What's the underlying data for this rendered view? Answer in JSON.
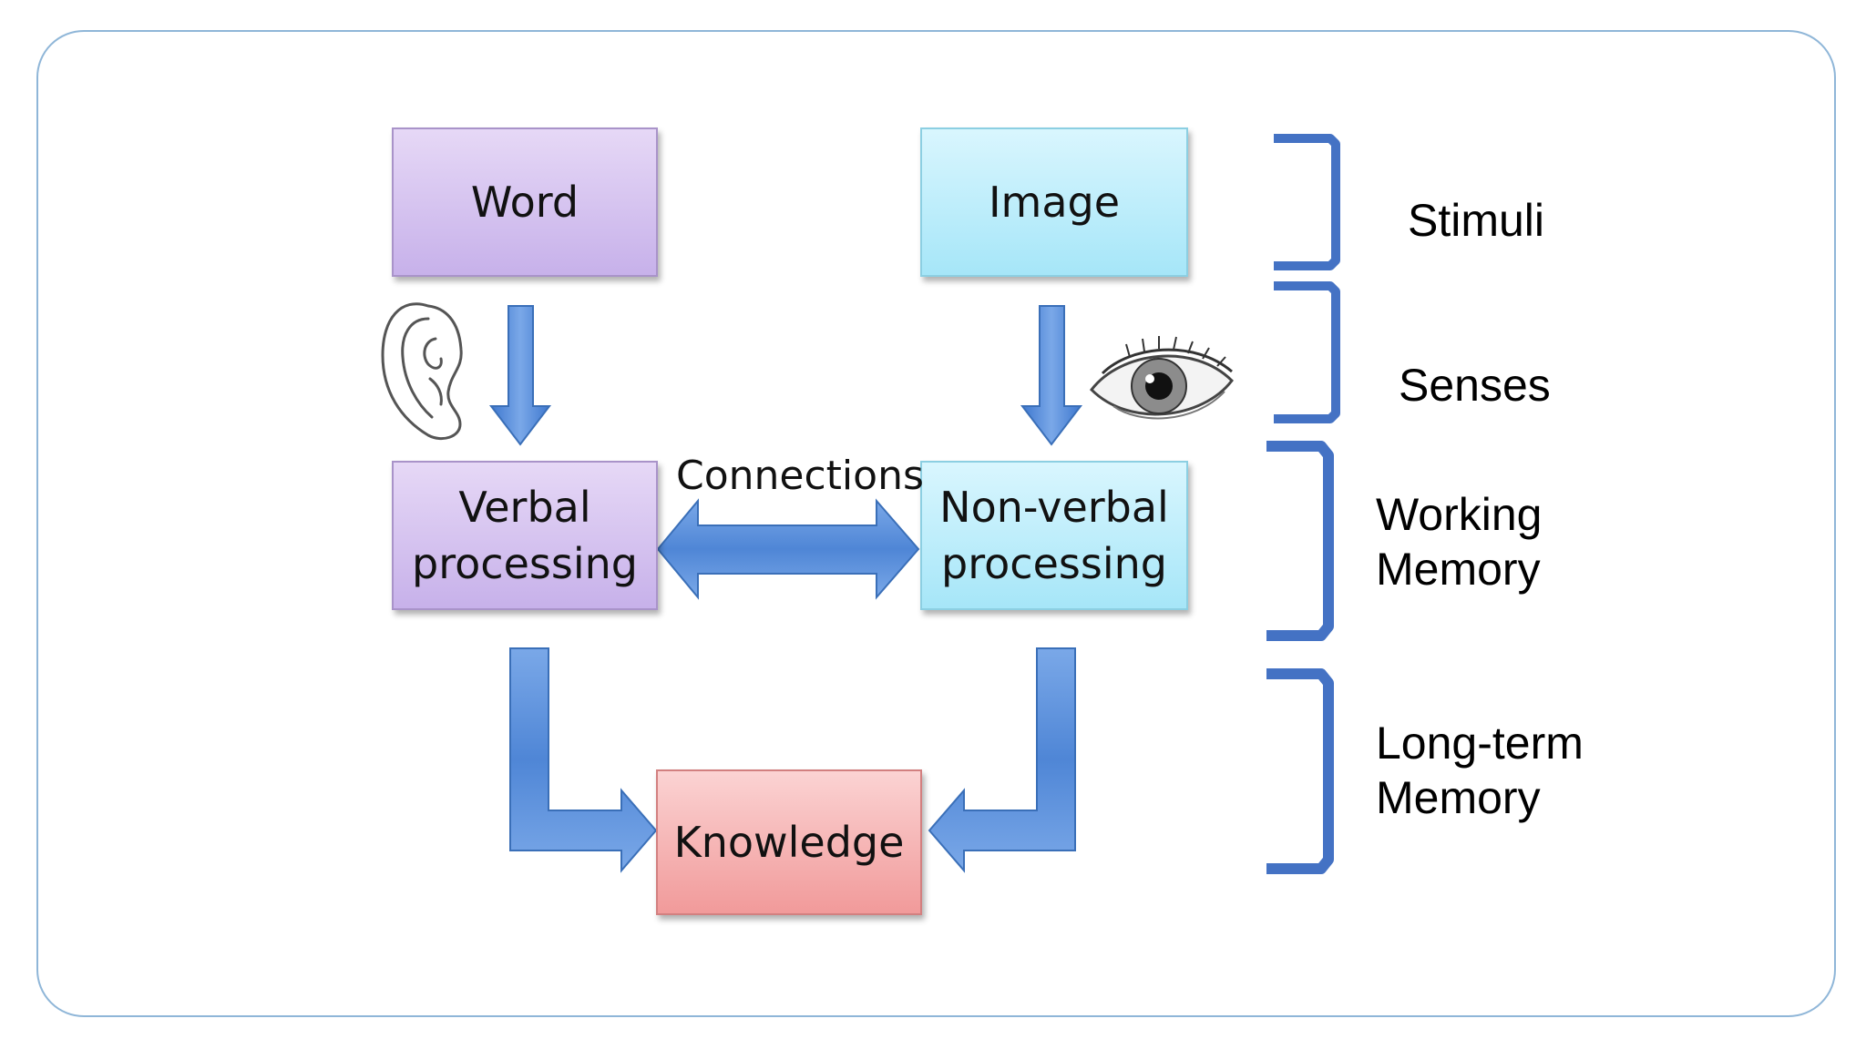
{
  "boxes": {
    "word": "Word",
    "image": "Image",
    "verbal": "Verbal\nprocessing",
    "nonverbal": "Non-verbal\nprocessing",
    "knowledge": "Knowledge"
  },
  "connections_label": "Connections",
  "stages": {
    "stimuli": "Stimuli",
    "senses": "Senses",
    "working": "Working\nMemory",
    "longterm": "Long-term\nMemory"
  },
  "icons": {
    "ear": "ear-icon",
    "eye": "eye-icon"
  },
  "colors": {
    "arrow": "#4f86d6",
    "bracket": "#4472c4",
    "frame": "#8fb6d8",
    "word_box": "#d6c6f0",
    "image_box": "#bdeefb",
    "knowledge_box": "#f5b3b3"
  }
}
